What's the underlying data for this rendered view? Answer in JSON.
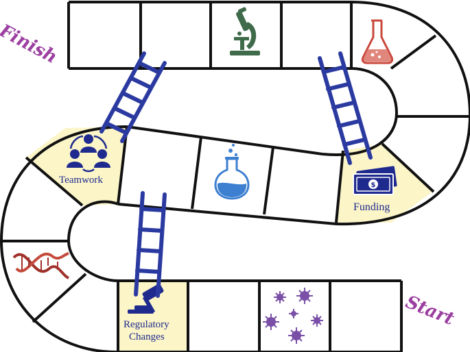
{
  "game": {
    "finish_label": "Finish",
    "start_label": "Start",
    "special_spaces": {
      "teamwork": "Teamwork",
      "funding": "Funding",
      "regulatory_line1": "Regulatory",
      "regulatory_line2": "Changes"
    },
    "icons": {
      "row1_square3": "microscope-icon",
      "row1_square5": "flask-icon",
      "row2_square2": "round-flask-icon",
      "left_curve_square": "dna-icon",
      "row3_square3": "virus-icon",
      "teamwork_square": "team-icon",
      "funding_square": "money-icon",
      "regulatory_square": "gavel-icon"
    }
  },
  "colors": {
    "outline": "#111111",
    "highlight": "#fbf5c8",
    "ladder": "#2b3aa0",
    "label_text": "#1f2a8f",
    "script_text": "#9b3fa0",
    "microscope": "#3f6b4a",
    "flask_red": "#c9473b",
    "flask_blue": "#3d7fd0",
    "dna": "#a0302a",
    "virus": "#7a4fa8"
  }
}
